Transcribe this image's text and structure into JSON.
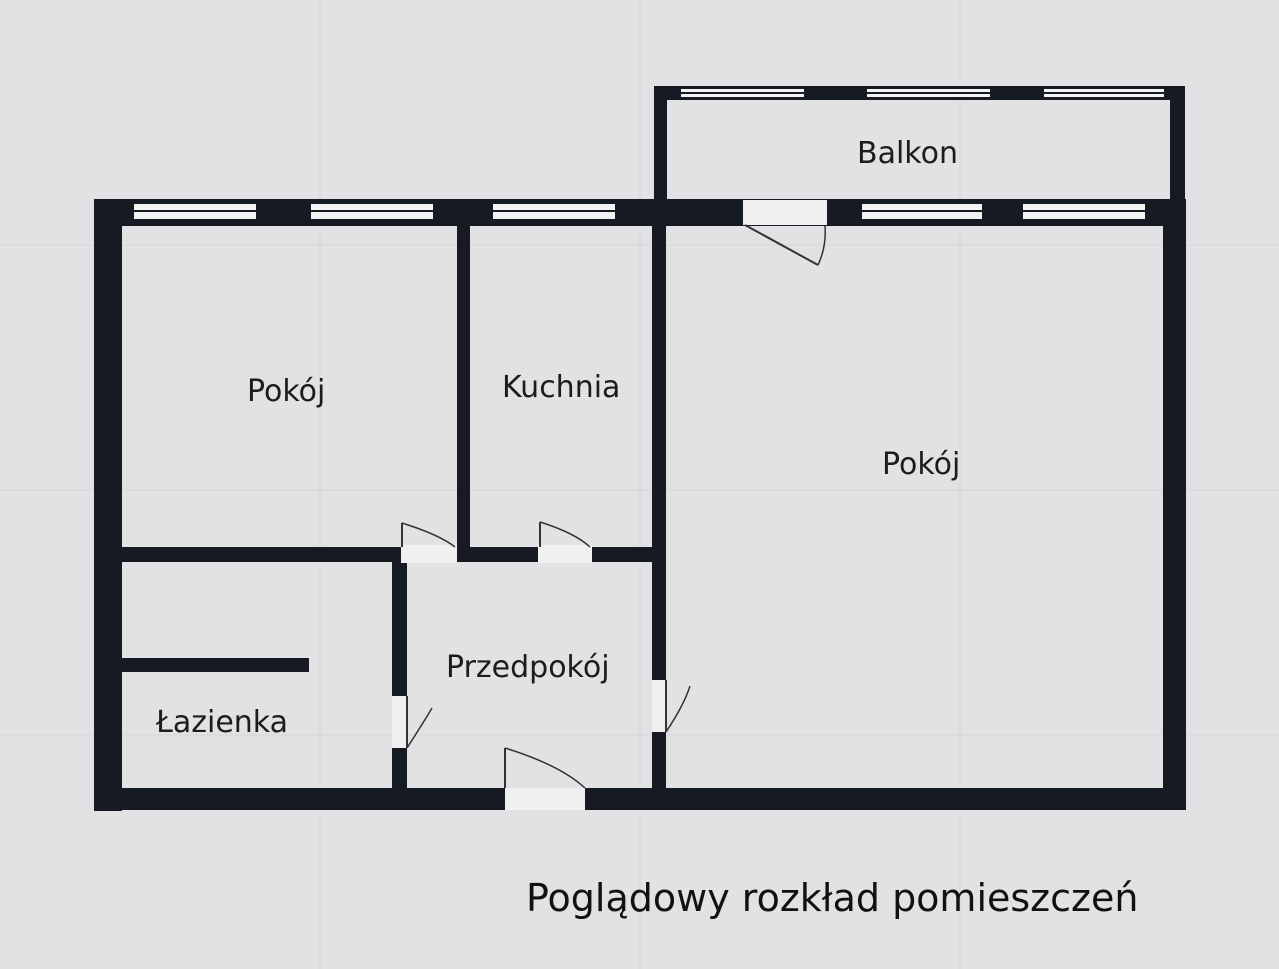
{
  "rooms": {
    "balkon": "Balkon",
    "pokoj_left": "Pokój",
    "kuchnia": "Kuchnia",
    "pokoj_right": "Pokój",
    "przedpokoj": "Przedpokój",
    "lazienka": "Łazienka"
  },
  "caption": "Poglądowy rozkład pomieszczeń",
  "colors": {
    "wall": "#161a22",
    "background": "#e2e2e4"
  }
}
